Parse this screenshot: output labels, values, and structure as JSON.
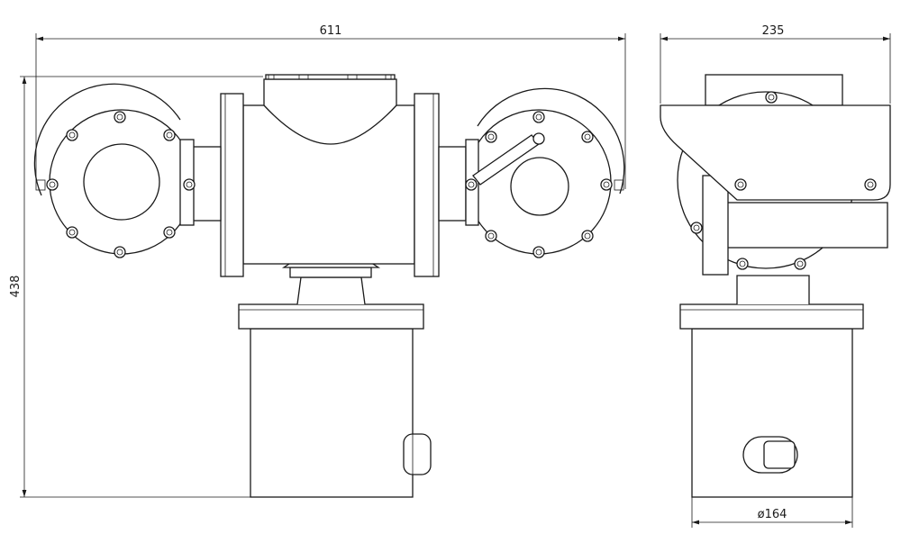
{
  "drawing": {
    "dimensions": {
      "overall_width": "611",
      "side_depth": "235",
      "overall_height": "438",
      "base_diameter": "ø164"
    },
    "views": [
      "front-view",
      "side-view"
    ],
    "line_color": "#1a1a1a"
  }
}
